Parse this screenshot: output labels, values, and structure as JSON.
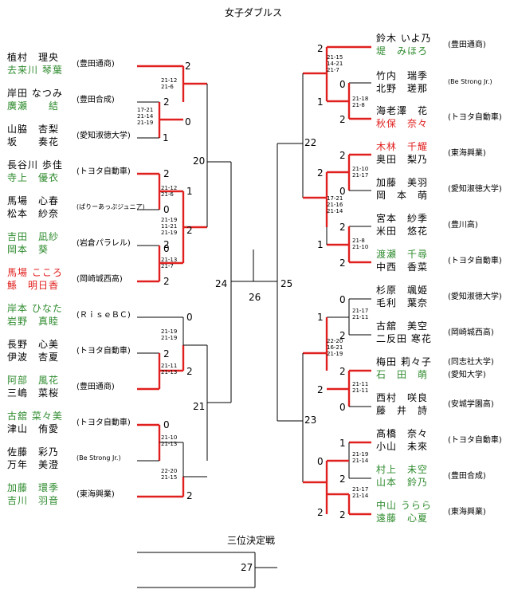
{
  "title": "女子ダブルス",
  "third_place_title": "三位決定戦",
  "colors": {
    "winner_line": "#e0201e",
    "line": "#000000",
    "green_text": "#2e8b2e",
    "red_text": "#e0201e"
  },
  "left_pairs": [
    {
      "p1": "植村　理央",
      "p2": "去来川 琴葉",
      "club": "(豊田通商)",
      "c1": "black",
      "c2": "green"
    },
    {
      "p1": "岸田 なつみ",
      "p2": "廣瀬　　結",
      "club": "(豊田合成)",
      "c1": "black",
      "c2": "green"
    },
    {
      "p1": "山脇　杏梨",
      "p2": "坂　　奏花",
      "club": "(愛知淑徳大学)",
      "c1": "black",
      "c2": "black"
    },
    {
      "p1": "長谷川 歩佳",
      "p2": "寺上　優衣",
      "club": "(トヨタ自動車)",
      "c1": "black",
      "c2": "green"
    },
    {
      "p1": "馬場　心春",
      "p2": "松本　紗奈",
      "club": "(ぱりーあっぷジュニア)",
      "c1": "black",
      "c2": "black",
      "small": true
    },
    {
      "p1": "吉田　凪紗",
      "p2": "岡本　葵",
      "club": "(岩倉パラレル)",
      "c1": "green",
      "c2": "green"
    },
    {
      "p1": "馬場 こころ",
      "p2": "鯀　明日香",
      "club": "(岡崎城西高)",
      "c1": "red",
      "c2": "red"
    },
    {
      "p1": "岸本 ひなた",
      "p2": "岩野　真睦",
      "club": "(ＲｉｓｅＢＣ)",
      "c1": "green",
      "c2": "green"
    },
    {
      "p1": "長野　心美",
      "p2": "伊波　杏夏",
      "club": "(トヨタ自動車)",
      "c1": "black",
      "c2": "black"
    },
    {
      "p1": "阿部　風花",
      "p2": "三嶋　菜桜",
      "club": "(豊田通商)",
      "c1": "green",
      "c2": "black"
    },
    {
      "p1": "古舘 菜々美",
      "p2": "津山　侑愛",
      "club": "(トヨタ自動車)",
      "c1": "green",
      "c2": "black"
    },
    {
      "p1": "佐藤　彩乃",
      "p2": "万年　美澄",
      "club": "(Be Strong Jr.)",
      "c1": "black",
      "c2": "black",
      "small": true
    },
    {
      "p1": "加藤　環季",
      "p2": "吉川　羽音",
      "club": "(東海興業)",
      "c1": "green",
      "c2": "green"
    }
  ],
  "right_pairs": [
    {
      "p1": "鈴木 いよ乃",
      "p2": "堤　みほろ",
      "club": "(豊田通商)",
      "c1": "black",
      "c2": "green"
    },
    {
      "p1": "竹内　瑞季",
      "p2": "北野　瑳那",
      "club": "(Be Strong Jr.)",
      "c1": "black",
      "c2": "black",
      "small": true
    },
    {
      "p1": "海老澤　花",
      "p2": "秋保　奈々",
      "club": "(トヨタ自動車)",
      "c1": "black",
      "c2": "red"
    },
    {
      "p1": "木林　千耀",
      "p2": "奥田　梨乃",
      "club": "(東海興業)",
      "c1": "red",
      "c2": "black"
    },
    {
      "p1": "加藤　美羽",
      "p2": "岡　本　萌",
      "club": "(愛知淑徳大学)",
      "c1": "black",
      "c2": "black"
    },
    {
      "p1": "宮本　紗季",
      "p2": "米田　悠花",
      "club": "(豊川高)",
      "c1": "black",
      "c2": "black"
    },
    {
      "p1": "渡瀬　千尋",
      "p2": "中西　香菜",
      "club": "(トヨタ自動車)",
      "c1": "green",
      "c2": "black"
    },
    {
      "p1": "杉原　颯姫",
      "p2": "毛利　葉奈",
      "club": "(愛知淑徳大学)",
      "c1": "black",
      "c2": "black"
    },
    {
      "p1": "古舘　美空",
      "p2": "二反田 寒花",
      "club": "(岡崎城西高)",
      "c1": "black",
      "c2": "black"
    },
    {
      "p1": "梅田 莉々子",
      "p2": "石　田　萌",
      "club": "(同志社大学)",
      "club2": "(愛知大学)",
      "c1": "black",
      "c2": "green"
    },
    {
      "p1": "西村　咲良",
      "p2": "藤　井　詩",
      "club": "(安城学園高)",
      "c1": "black",
      "c2": "black"
    },
    {
      "p1": "髙橋　奈々",
      "p2": "小山　未來",
      "club": "(トヨタ自動車)",
      "c1": "black",
      "c2": "black"
    },
    {
      "p1": "村上　未空",
      "p2": "山本　鈴乃",
      "club": "(豊田合成)",
      "c1": "green",
      "c2": "green"
    },
    {
      "p1": "中山 うらら",
      "p2": "遠藤　心夏",
      "club": "(東海興業)",
      "c1": "green",
      "c2": "green"
    }
  ],
  "match_numbers": {
    "left_top": "20",
    "left_bottom": "21",
    "right_top": "22",
    "right_bottom": "23",
    "semi_left": "24",
    "semi_right": "25",
    "final": "26",
    "third_place": "27"
  },
  "scores": {
    "l1": [
      "2",
      "",
      "2",
      "0",
      "1"
    ],
    "l2": [
      "2",
      "1",
      "0",
      "2",
      "2"
    ],
    "l3": [
      "0",
      "0",
      "2",
      "2",
      "0",
      "2"
    ],
    "r1": [
      "2",
      "0",
      "2",
      "1",
      "2"
    ],
    "r2": [
      "2",
      "0",
      "1",
      "2",
      "1",
      "2"
    ],
    "r3": [
      "0",
      "2",
      "2",
      "0"
    ],
    "r4": [
      "2",
      "1",
      "0",
      "2"
    ]
  },
  "game_scores": {
    "g1": "21-12\n21-6",
    "g2": "17-21\n21-14\n21-19",
    "g3": "21-12\n21-6",
    "g4": "21-19\n11-21\n21-19",
    "g5": "21-13\n21-7",
    "g6": "21-19\n21-19",
    "g7": "21-11\n21-13",
    "g8": "21-10\n21-13",
    "g9": "22-20\n21-15",
    "g10": "21-15\n14-21\n21-7",
    "g11": "21-18\n21-8",
    "g12": "21-10\n21-17",
    "g13": "17-21\n21-16\n21-14",
    "g14": "21-8\n21-10",
    "g15": "21-17\n21-11",
    "g16": "22-20\n16-21\n21-19",
    "g17": "21-11\n21-11",
    "g18": "21-19\n21-14",
    "g19": "21-17\n21-14"
  }
}
